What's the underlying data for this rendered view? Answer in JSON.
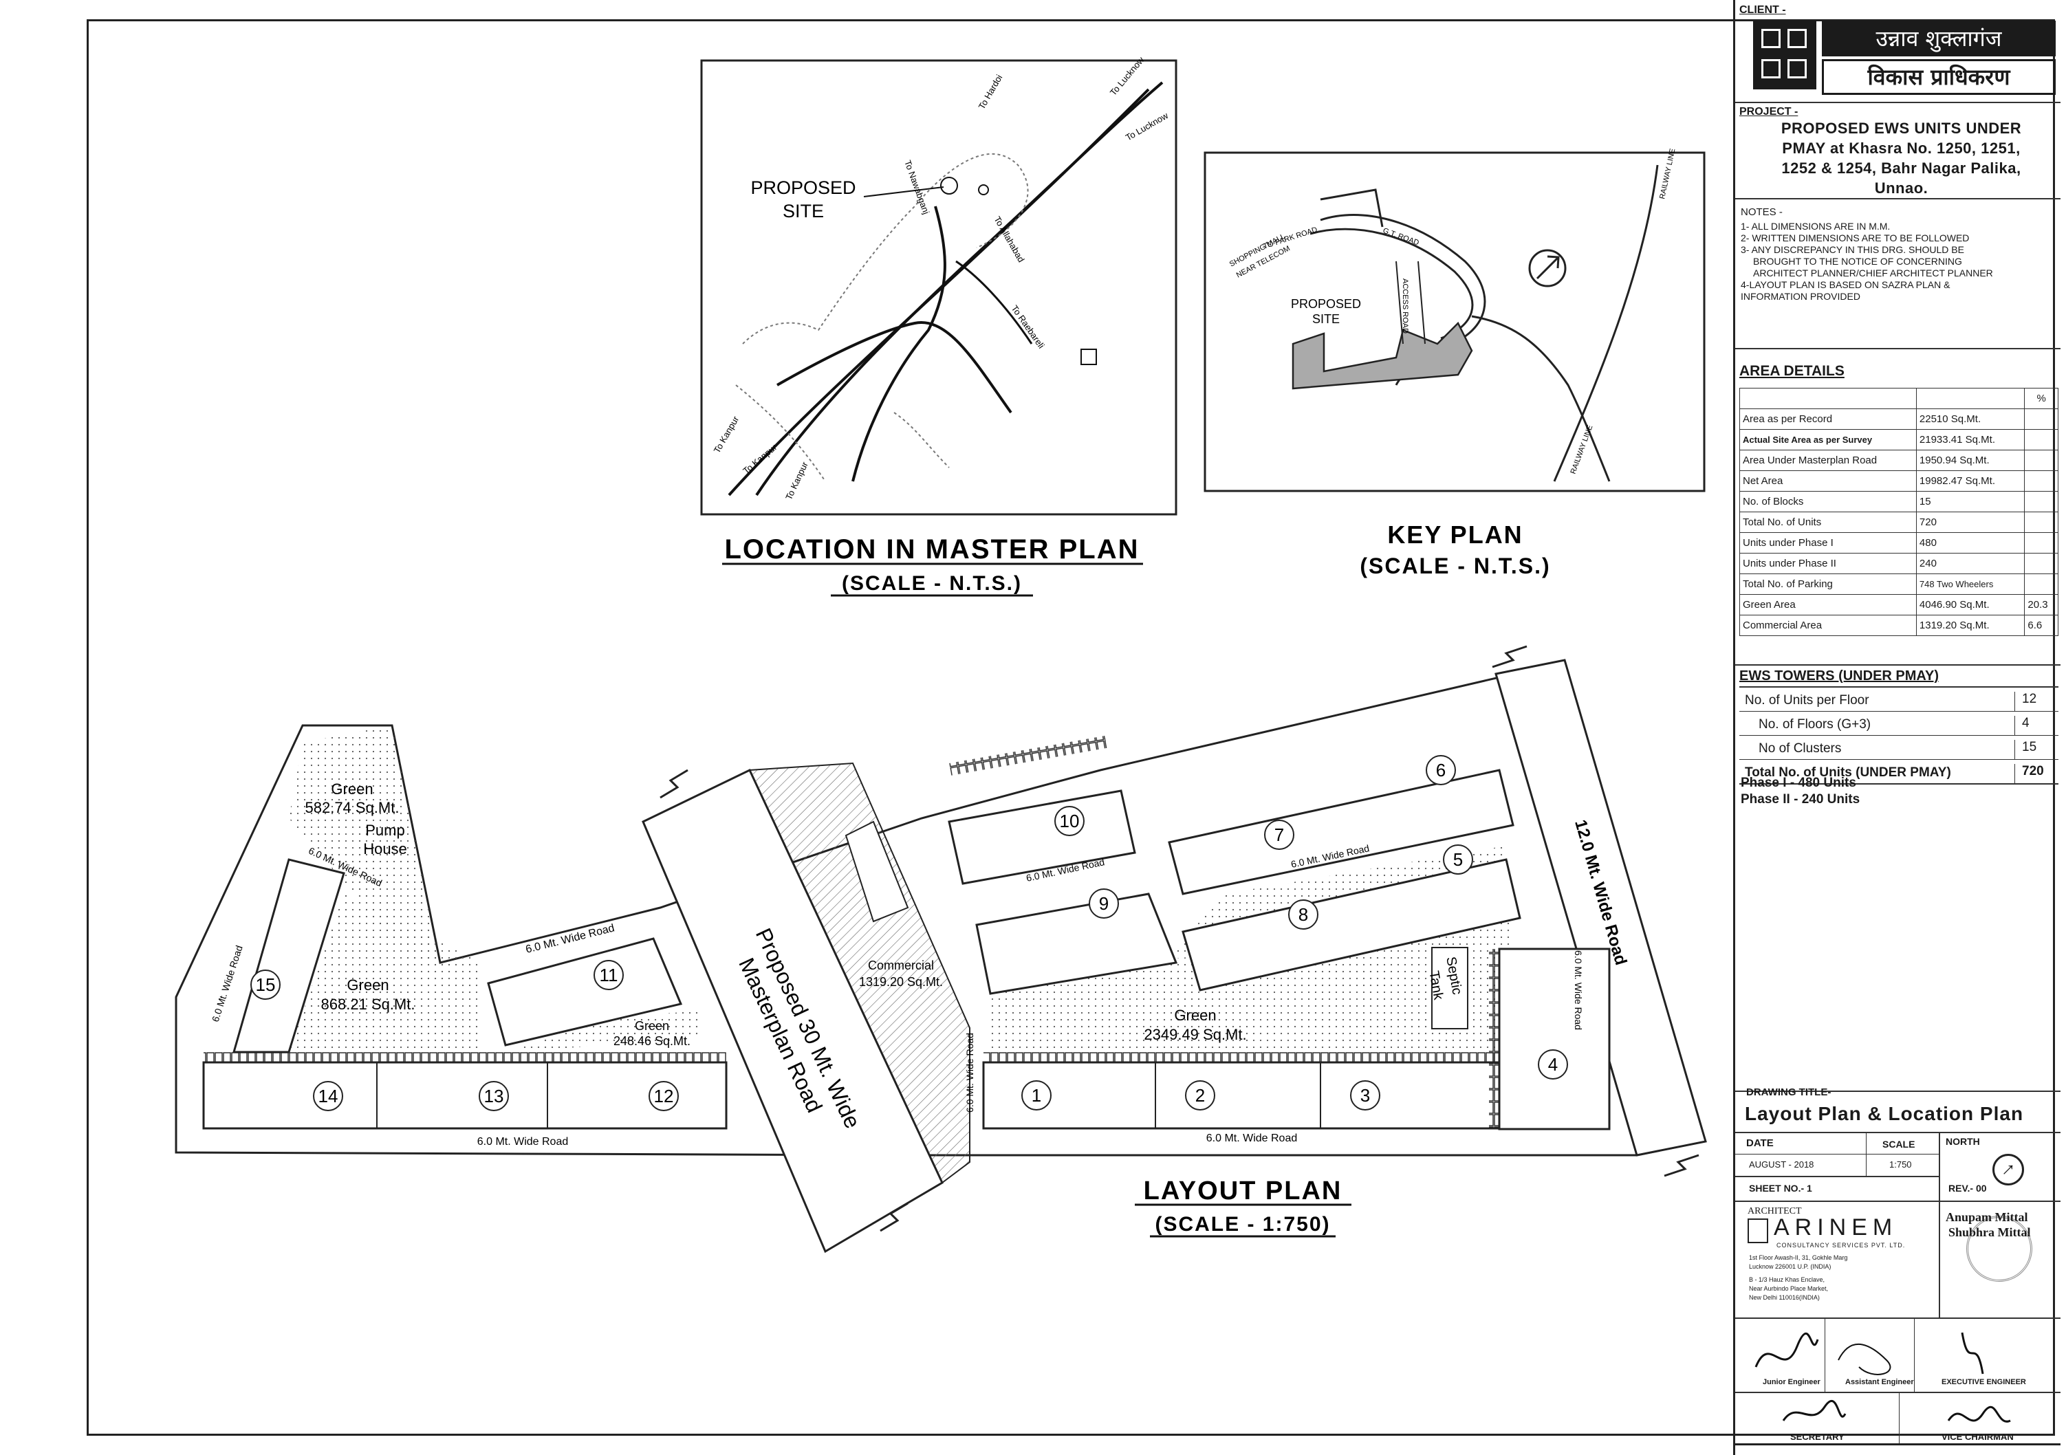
{
  "location_plan": {
    "proposed_site": [
      "PROPOSED",
      "SITE"
    ],
    "roads": [
      "To Lucknow",
      "To Lucknow",
      "To Hardoi",
      "To Nawabganj",
      "To Allahabad",
      "To Raebareli",
      "To Kanpur",
      "To Kanpur",
      "To Kanpur"
    ],
    "title": "LOCATION IN MASTER PLAN",
    "scale": "(SCALE - N.T.S.)"
  },
  "key_plan": {
    "proposed_site": [
      "PROPOSED",
      "SITE"
    ],
    "mall_label": [
      "SHOPPING MALL",
      "NEAR TELECOM"
    ],
    "road_labels": [
      "TO PARK ROAD",
      "G.T. ROAD",
      "ACCESS ROAD",
      "RAILWAY LINE",
      "RAILWAY LINE"
    ],
    "title": "KEY PLAN",
    "scale": "(SCALE - N.T.S.)"
  },
  "layout_plan": {
    "title": "LAYOUT PLAN",
    "scale": "(SCALE - 1:750)",
    "green_top": [
      "Green",
      "582.74 Sq.Mt."
    ],
    "pump_house": [
      "Pump",
      "House"
    ],
    "green_left": [
      "Green",
      "868.21 Sq.Mt."
    ],
    "green_small": [
      "Green",
      "248.46 Sq.Mt."
    ],
    "green_main": [
      "Green",
      "2349.49 Sq.Mt."
    ],
    "commercial": [
      "Commercial",
      "1319.20 Sq.Mt."
    ],
    "septic": [
      "Septic",
      "Tank"
    ],
    "master_road": [
      "Proposed 30 Mt. Wide",
      "Masterplan Road"
    ],
    "road_12": "12.0 Mt. Wide Road",
    "road_6": "6.0 Mt. Wide Road",
    "road_6_rev": "6.0 Mt. Wide Road",
    "blocks": [
      "1",
      "2",
      "3",
      "4",
      "5",
      "6",
      "7",
      "8",
      "9",
      "10",
      "11",
      "12",
      "13",
      "14",
      "15"
    ]
  },
  "title_block": {
    "client_label": "CLIENT -",
    "client_name_1": "उन्नाव शुक्लागंज",
    "client_name_2": "विकास प्राधिकरण",
    "project_label": "PROJECT -",
    "project_lines": [
      "PROPOSED EWS UNITS UNDER",
      "PMAY at Khasra No. 1250, 1251,",
      "1252 & 1254, Bahr Nagar Palika,",
      "Unnao."
    ],
    "notes_label": "NOTES -",
    "notes": [
      "1- ALL DIMENSIONS ARE IN M.M.",
      "2- WRITTEN DIMENSIONS ARE TO BE FOLLOWED",
      "3- ANY DISCREPANCY IN THIS DRG. SHOULD BE",
      "    BROUGHT TO THE NOTICE OF CONCERNING",
      "    ARCHITECT PLANNER/CHIEF ARCHITECT PLANNER",
      "4-LAYOUT PLAN IS  BASED ON SAZRA PLAN  &",
      "INFORMATION PROVIDED"
    ],
    "area_label": "AREA DETAILS",
    "area_pct_head": "%",
    "area_rows": [
      {
        "k": "Area as per Record",
        "v": "22510 Sq.Mt.",
        "p": ""
      },
      {
        "k": "Actual Site Area as per Survey",
        "v": "21933.41 Sq.Mt.",
        "p": ""
      },
      {
        "k": "Area Under Masterplan Road",
        "v": "1950.94 Sq.Mt.",
        "p": ""
      },
      {
        "k": "Net Area",
        "v": "19982.47 Sq.Mt.",
        "p": ""
      },
      {
        "k": "No. of Blocks",
        "v": "15",
        "p": ""
      },
      {
        "k": "Total No. of Units",
        "v": "720",
        "p": ""
      },
      {
        "k": "Units under Phase I",
        "v": "480",
        "p": ""
      },
      {
        "k": "Units under Phase II",
        "v": "240",
        "p": ""
      },
      {
        "k": "Total No. of Parking",
        "v": "748 Two Wheelers",
        "p": ""
      },
      {
        "k": "Green Area",
        "v": "4046.90 Sq.Mt.",
        "p": "20.3"
      },
      {
        "k": "Commercial Area",
        "v": "1319.20 Sq.Mt.",
        "p": "6.6"
      }
    ],
    "ews_label": "EWS TOWERS (UNDER PMAY)",
    "ews_rows": [
      {
        "k": "No. of Units per Floor",
        "v": "12"
      },
      {
        "k": "No. of Floors (G+3)",
        "v": "4"
      },
      {
        "k": "No of Clusters",
        "v": "15"
      },
      {
        "k": "Total No. of Units (UNDER PMAY)",
        "v": "720"
      }
    ],
    "phase_1": "Phase I - 480 Units",
    "phase_2": "Phase II - 240 Units",
    "drawing_title_label": "DRAWING TITLE-",
    "drawing_title": "Layout Plan & Location Plan",
    "date_label": "DATE",
    "date_value": "AUGUST - 2018",
    "scale_label": "SCALE",
    "scale_value": "1:750",
    "north_label": "NORTH",
    "sheet_label": "SHEET NO.- 1",
    "rev_label": "REV.- 00",
    "architect_label": "ARCHITECT",
    "architect_firm": "ARINEM",
    "architect_firm_sub": "CONSULTANCY SERVICES PVT. LTD.",
    "architect_names": [
      "Anupam Mittal",
      "Shubhra Mittal"
    ],
    "architect_addr": [
      "1st Floor Awash-II, 31, Gokhle Marg",
      "Lucknow 226001 U.P. (INDIA)",
      "B - 1/3 Hauz Khas Enclave,",
      "Near Aurbindo Place Market,",
      "New Delhi 110016(INDIA)"
    ],
    "signatories": [
      "Junior Engineer",
      "Assistant Engineer",
      "EXECUTIVE ENGINEER",
      "SECRETARY",
      "VICE CHAIRMAN"
    ]
  }
}
